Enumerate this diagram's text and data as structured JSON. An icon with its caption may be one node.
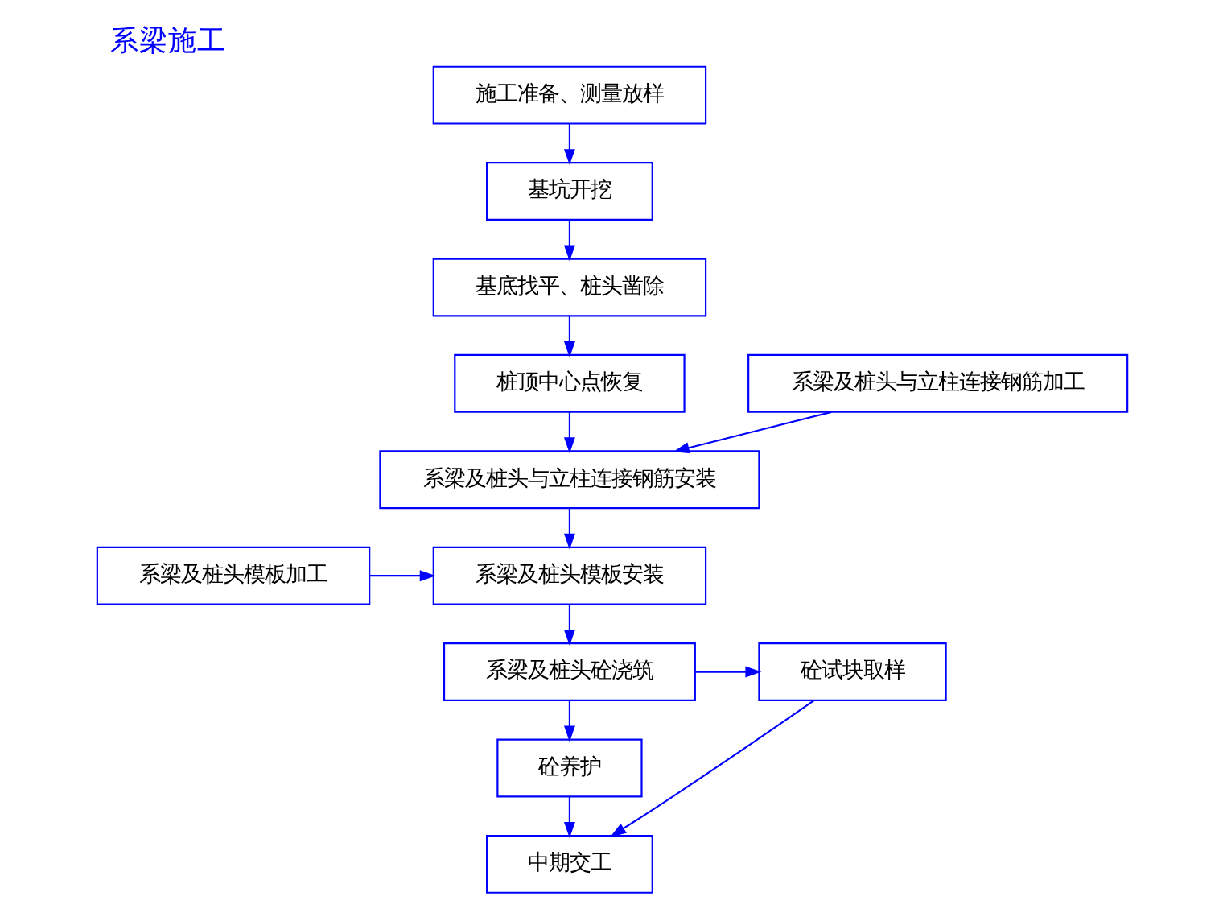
{
  "diagram": {
    "title": "系梁施工",
    "nodes": [
      {
        "text": [
          "施工准备、测量放样"
        ]
      },
      {
        "text": [
          "基坑开挖"
        ]
      },
      {
        "text": [
          "基底找平、桩头凿除"
        ]
      },
      {
        "text": [
          "桩顶中心点恢复"
        ]
      },
      {
        "text": [
          "系梁及桩头与立柱连接钢筋加工"
        ]
      },
      {
        "text": [
          "系梁及桩头与立柱连接钢筋安装"
        ]
      },
      {
        "text": [
          "系梁及桩头模板安装"
        ]
      },
      {
        "text": [
          "系梁及桩头模板加工"
        ]
      },
      {
        "text": [
          "系梁及桩头砼浇筑"
        ]
      },
      {
        "text": [
          "砼试块取样"
        ]
      },
      {
        "text": [
          "砼养护"
        ]
      },
      {
        "text": [
          "中期交工"
        ]
      }
    ],
    "edges": [
      {
        "from": 0,
        "to": 1,
        "arrow": "to"
      },
      {
        "from": 1,
        "to": 2,
        "arrow": "to"
      },
      {
        "from": 2,
        "to": 3,
        "arrow": "to"
      },
      {
        "from": 3,
        "to": 5,
        "arrow": "to"
      },
      {
        "from": 4,
        "to": 5,
        "arrow": "to"
      },
      {
        "from": 5,
        "to": 6,
        "arrow": "to"
      },
      {
        "from": 7,
        "to": 6,
        "arrow": "to"
      },
      {
        "from": 6,
        "to": 8,
        "arrow": "to"
      },
      {
        "from": 8,
        "to": 9,
        "arrow": "to"
      },
      {
        "from": 8,
        "to": 10,
        "arrow": "to"
      },
      {
        "from": 9,
        "to": 11,
        "arrow": "to"
      },
      {
        "from": 10,
        "to": 11,
        "arrow": "to"
      }
    ]
  }
}
